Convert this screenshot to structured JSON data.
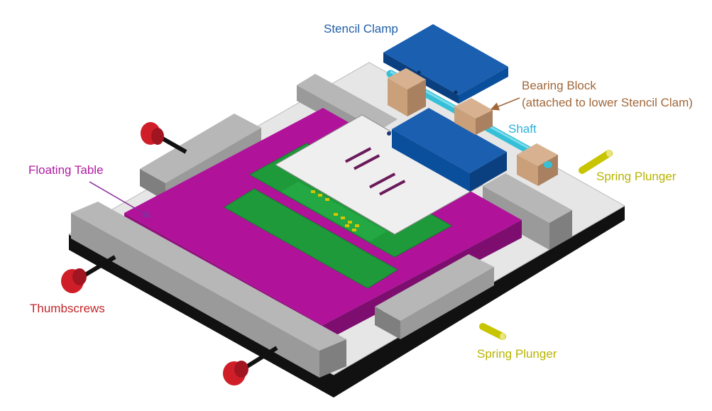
{
  "labels": {
    "stencil_clamp": "Stencil Clamp",
    "bearing_block_line1": "Bearing Block",
    "bearing_block_line2": "(attached to lower Stencil Clam)",
    "shaft": "Shaft",
    "spring_plunger_right": "Spring Plunger",
    "spring_plunger_bottom": "Spring Plunger",
    "floating_table": "Floating Table",
    "thumbscrews": "Thumbscrews"
  },
  "colors": {
    "stencil_clamp": "#0a4f9c",
    "bearing_block": "#c9a07a",
    "shaft": "#35c0d8",
    "spring_plunger": "#c8c400",
    "floating_table": "#b0129a",
    "thumbscrew_knob": "#d01e28",
    "base_plate": "#e6e6e6",
    "base_bottom": "#111111",
    "rail": "#9a9a9a",
    "pcb": "#1f9a3a",
    "stencil": "#efefef"
  }
}
